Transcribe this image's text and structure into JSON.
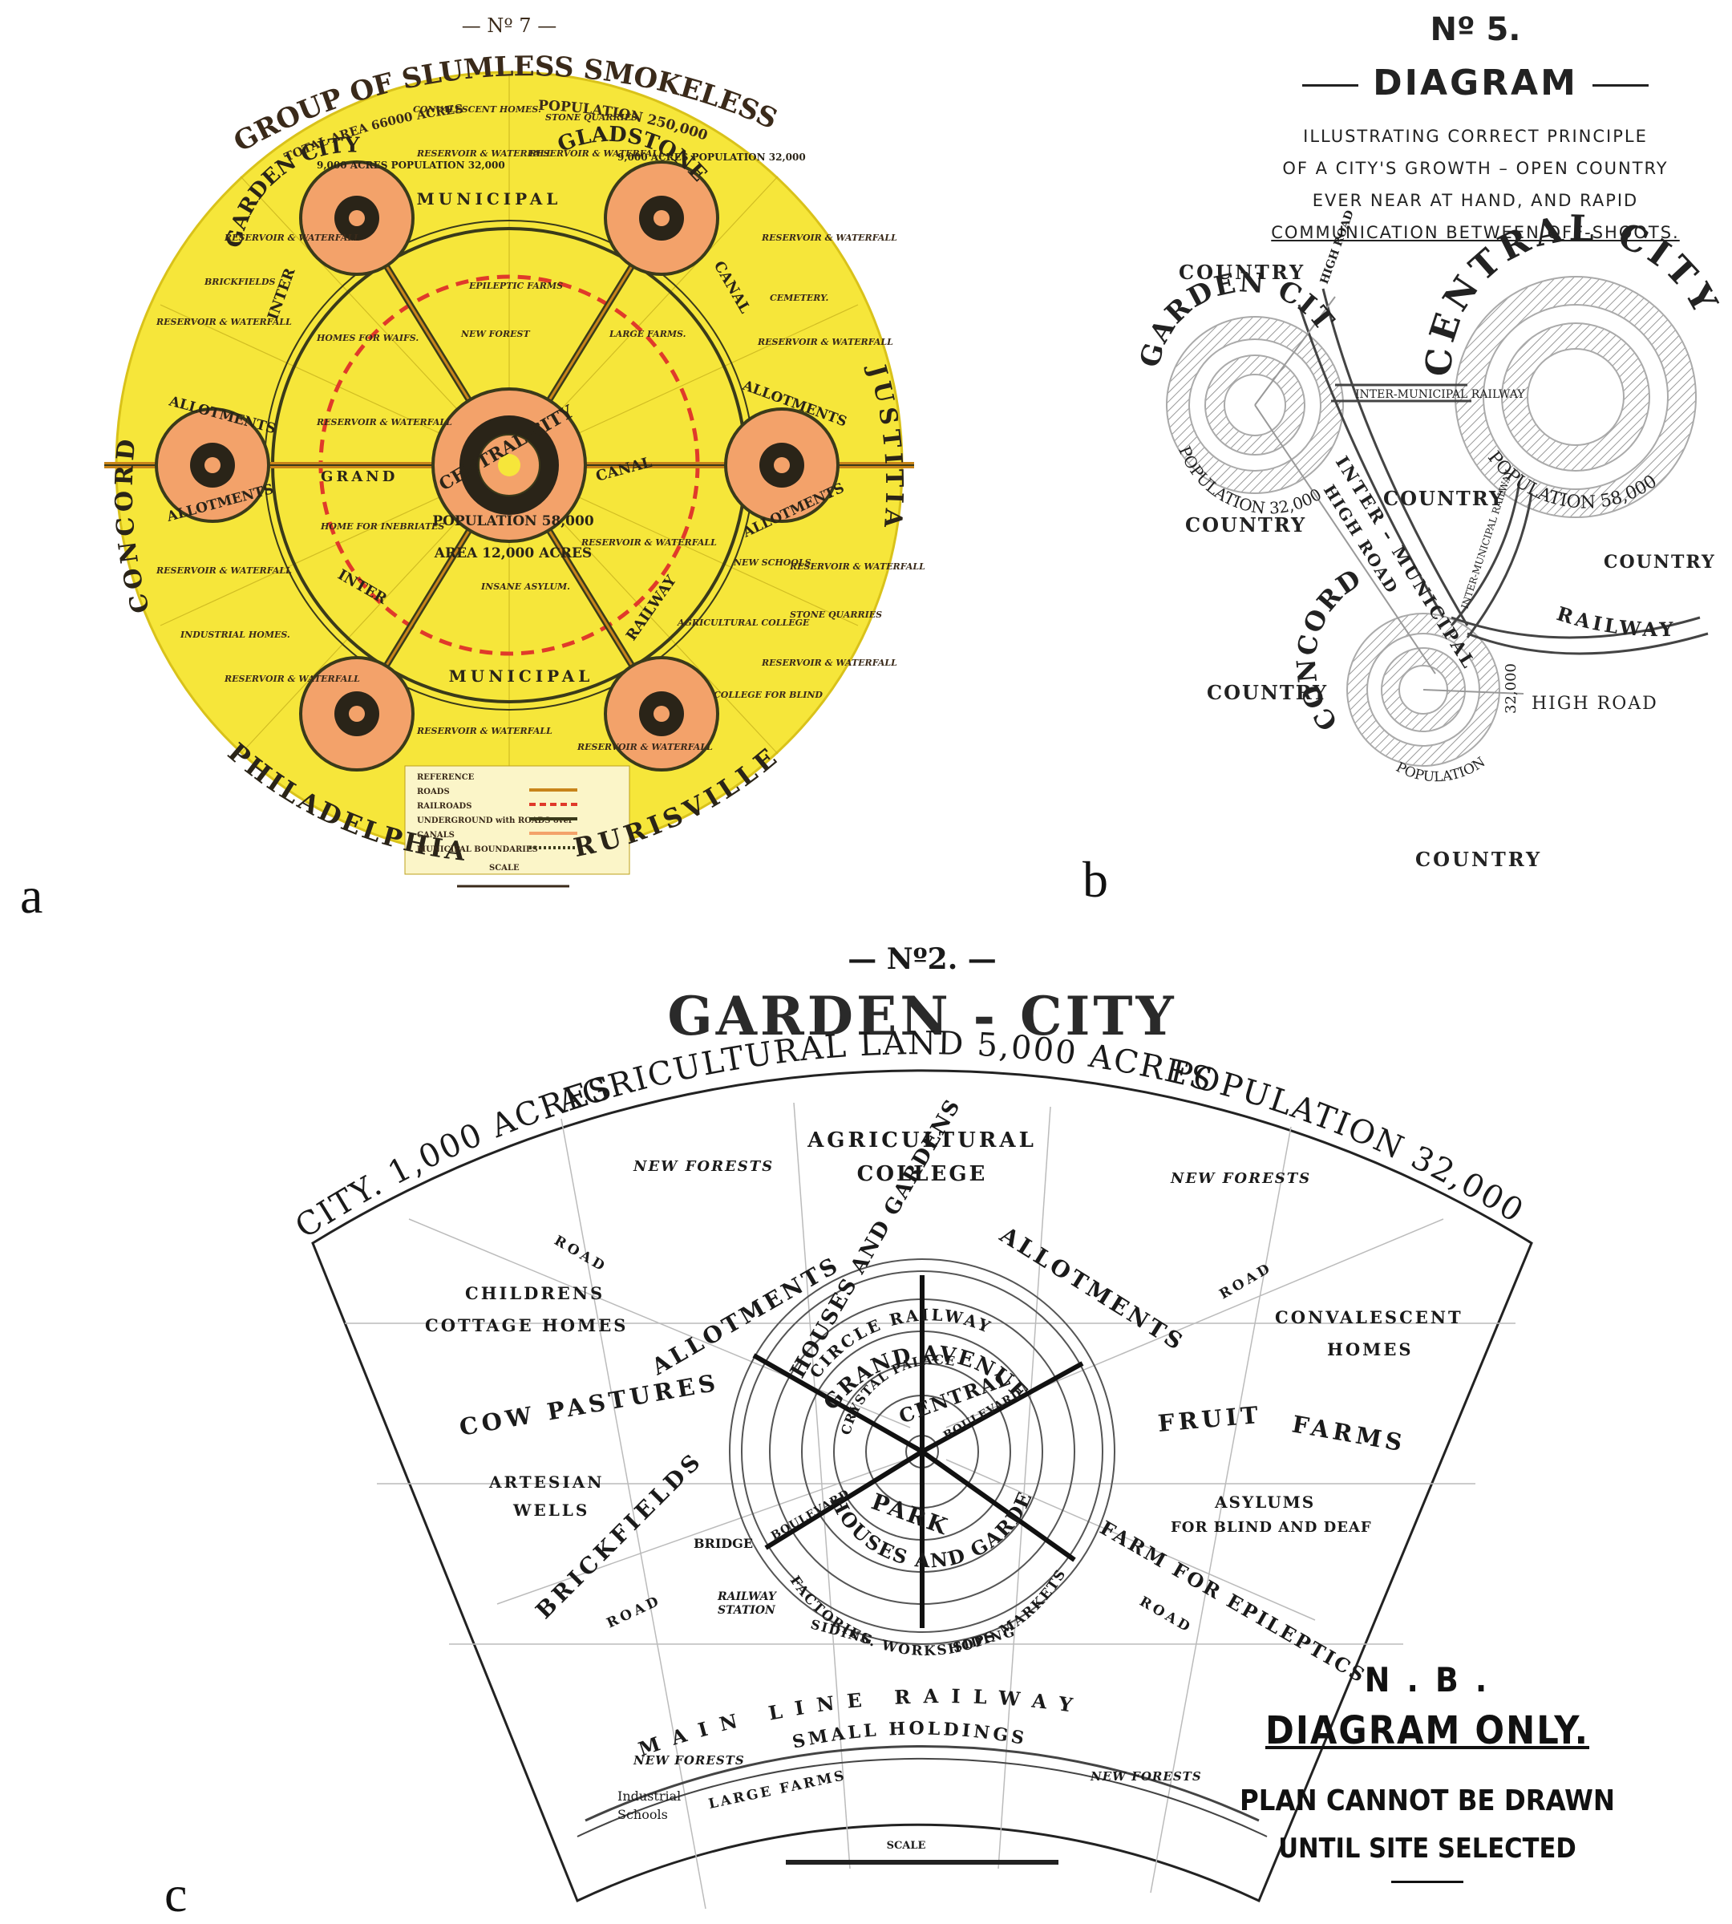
{
  "labels": {
    "a": "a",
    "b": "b",
    "c": "c"
  },
  "diagram_a": {
    "number": "— Nº 7 —",
    "title": "GROUP OF SLUMLESS SMOKELESS CITIES.",
    "subtitle_left": "TOTAL AREA 66000 ACRES",
    "subtitle_right": "POPULATION 250,000",
    "central_city": "CENTRAL CITY",
    "central_population": "POPULATION 58,000",
    "central_area": "AREA 12,000 ACRES",
    "garden_city": "GARDEN CITY",
    "garden_city_stats": "9,000 ACRES POPULATION 32,000",
    "gladstone": "GLADSTONE",
    "gladstone_stats": "9,000 ACRES POPULATION 32,000",
    "concord": "CONCORD",
    "justitia": "JUSTITIA",
    "philadelphia": "PHILADELPHIA",
    "rurisville": "RURISVILLE",
    "municipal": "MUNICIPAL",
    "inter": "INTER",
    "canal": "CANAL",
    "grand": "GRAND",
    "railway": "RAILWAY",
    "allotments": "ALLOTMENTS",
    "features": {
      "convalescent": "CONVALESCENT HOMES.",
      "stone_quarries": "STONE QUARRIES",
      "reservoir": "RESERVOIR & WATERFALL",
      "brickfields": "BRICKFIELDS",
      "cemetery": "CEMETERY.",
      "epileptic": "EPILEPTIC FARMS",
      "new_forest": "NEW FOREST",
      "large_farms": "LARGE FARMS.",
      "homes_waifs": "HOMES FOR WAIFS.",
      "homes_inebriates": "HOME FOR INEBRIATES",
      "insane": "INSANE ASYLUM.",
      "new_schools": "NEW SCHOOLS",
      "agri_college": "AGRICULTURAL COLLEGE",
      "industrial_homes": "INDUSTRIAL HOMES.",
      "college_blind": "COLLEGE FOR BLIND",
      "stone_quarries2": "STONE QUARRIES"
    },
    "legend": [
      "REFERENCE",
      "ROADS",
      "RAILROADS",
      "UNDERGROUND with ROADS over",
      "CANALS",
      "MUNICIPAL BOUNDARIES",
      "SCALE"
    ],
    "colors": {
      "fill": "#f6e63a",
      "ring": "#f3a26a",
      "rim": "#3a3a1a",
      "red_dash": "#e03a2a",
      "road": "#c8841a"
    }
  },
  "diagram_b": {
    "number": "Nº 5.",
    "title": "DIAGRAM",
    "description": [
      "ILLUSTRATING CORRECT PRINCIPLE",
      "OF A CITY'S GROWTH – OPEN COUNTRY",
      "EVER NEAR AT HAND, AND RAPID",
      "COMMUNICATION BETWEEN OFF-SHOOTS."
    ],
    "country": "COUNTRY",
    "high_road": "HIGH ROAD",
    "garden_city": "GARDEN CITY",
    "central_city": "CENTRAL CITY",
    "concord": "CONCORD",
    "inter_municipal_railway_short": "INTER-MUNICIPAL RAILWAY",
    "inter_municipal": "INTER – MUNICIPAL",
    "railway": "RAILWAY",
    "population_32": "POPULATION 32,000",
    "population_58": "POPULATION 58,000",
    "population": "POPULATION",
    "value_32": "32,000",
    "high_road_label": "HIGH ROAD"
  },
  "diagram_c": {
    "number": "— Nº2. —",
    "title": "GARDEN - CITY",
    "arc_city": "CITY. 1,000 ACRES",
    "arc_agri": "AGRICULTURAL LAND 5,000 ACRES",
    "arc_pop": "POPULATION 32,000",
    "new_forests": "NEW FORESTS",
    "agri_college_1": "AGRICULTURAL",
    "agri_college_2": "COLLEGE",
    "road": "ROAD",
    "childrens_1": "CHILDRENS",
    "childrens_2": "COTTAGE HOMES",
    "convalescent_1": "CONVALESCENT",
    "convalescent_2": "HOMES",
    "allotments": "ALLOTMENTS",
    "cow_pastures": "COW PASTURES",
    "fruit": "FRUIT",
    "farms": "FARMS",
    "artesian_1": "ARTESIAN",
    "artesian_2": "WELLS",
    "asylums_1": "ASYLUMS",
    "asylums_2": "FOR BLIND AND DEAF",
    "brickfields": "BRICKFIELDS",
    "farm_epileptics": "FARM FOR EPILEPTICS",
    "bridge": "BRIDGE",
    "railway_station_1": "RAILWAY",
    "railway_station_2": "STATION",
    "circle_railway": "CIRCLE RAILWAY",
    "houses_gardens": "HOUSES AND GARDENS",
    "grand_avenue": "GRAND AVENUE",
    "crystal_palace": "CRYSTAL PALACE",
    "central": "CENTRAL",
    "park": "PARK",
    "boulevard": "BOULEVARD",
    "factories": "FACTORIES. WORKSHOPS MARKETS",
    "siding": "SIDING",
    "main_line": "MAIN LINE RAILWAY",
    "small_holdings": "SMALL HOLDINGS",
    "large_farms": "LARGE FARMS",
    "industrial_1": "Industrial",
    "industrial_2": "Schools",
    "scale": "SCALE",
    "nb": "N . B .",
    "diagram_only": "DIAGRAM ONLY.",
    "plan_1": "PLAN CANNOT BE DRAWN",
    "plan_2": "UNTIL SITE SELECTED"
  }
}
